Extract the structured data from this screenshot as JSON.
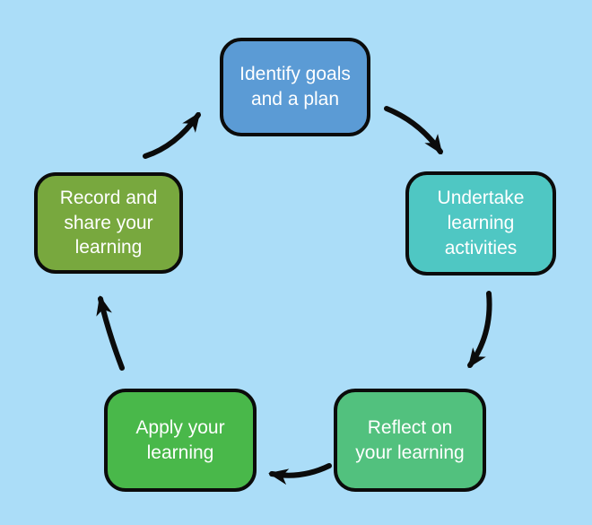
{
  "diagram": {
    "description": "Learning cycle diagram with five stages connected by clockwise arrows",
    "background_color": "#ABDDF8",
    "outline_color": "#0b0b0b",
    "text_color": "#ffffff",
    "nodes": [
      {
        "key": "identify-goals",
        "label": "Identify goals\nand a plan",
        "fill": "#5B9BD5"
      },
      {
        "key": "undertake",
        "label": "Undertake\nlearning\nactivities",
        "fill": "#4FC7C3"
      },
      {
        "key": "reflect",
        "label": "Reflect on\nyour learning",
        "fill": "#52C17E"
      },
      {
        "key": "apply",
        "label": "Apply your\nlearning",
        "fill": "#49B84A"
      },
      {
        "key": "record",
        "label": "Record and\nshare your\nlearning",
        "fill": "#78A83E"
      }
    ],
    "arrows": [
      {
        "from": "identify-goals",
        "to": "undertake"
      },
      {
        "from": "undertake",
        "to": "reflect"
      },
      {
        "from": "reflect",
        "to": "apply"
      },
      {
        "from": "apply",
        "to": "record"
      },
      {
        "from": "record",
        "to": "identify-goals"
      }
    ]
  }
}
